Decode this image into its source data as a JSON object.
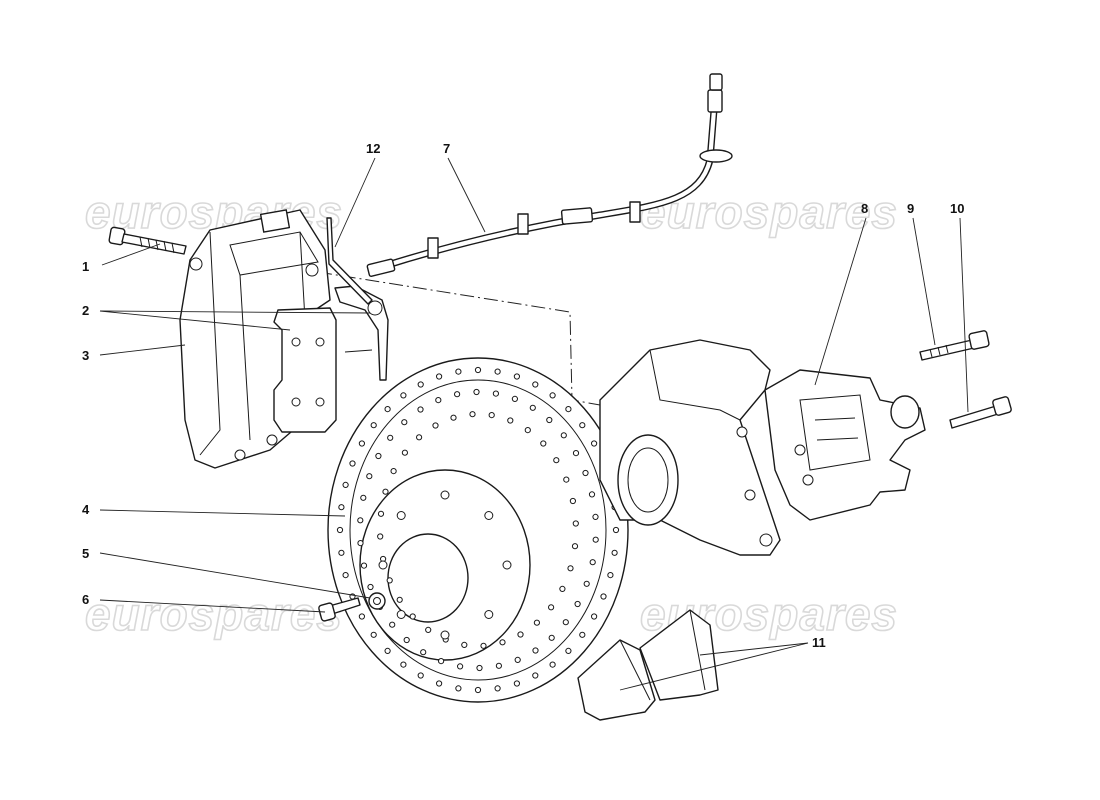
{
  "watermark": {
    "text": "eurospares"
  },
  "callouts": [
    {
      "id": "1",
      "label": "1"
    },
    {
      "id": "2",
      "label": "2"
    },
    {
      "id": "3",
      "label": "3"
    },
    {
      "id": "4",
      "label": "4"
    },
    {
      "id": "5",
      "label": "5"
    },
    {
      "id": "6",
      "label": "6"
    },
    {
      "id": "7",
      "label": "7"
    },
    {
      "id": "8",
      "label": "8"
    },
    {
      "id": "9",
      "label": "9"
    },
    {
      "id": "10",
      "label": "10"
    },
    {
      "id": "11",
      "label": "11"
    },
    {
      "id": "12",
      "label": "12"
    }
  ],
  "colors": {
    "line": "#1a1a1a",
    "watermark": "#d9d9d9",
    "background": "#ffffff"
  }
}
